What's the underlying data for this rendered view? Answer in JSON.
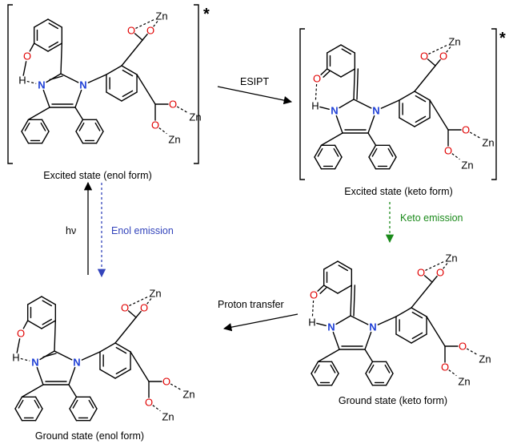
{
  "states": {
    "excited_enol": "Excited state (enol form)",
    "excited_keto": "Excited state (keto form)",
    "ground_keto": "Ground state (keto form)",
    "ground_enol": "Ground state (enol form)"
  },
  "arrows": {
    "esipt": "ESIPT",
    "keto_emission": "Keto emission",
    "proton_transfer": "Proton transfer",
    "hv": "hν",
    "enol_emission": "Enol emission"
  },
  "atoms": {
    "O": "O",
    "N": "N",
    "H": "H",
    "Zn": "Zn"
  },
  "excited_marker": "*",
  "colors": {
    "oxygen": "#e00000",
    "nitrogen": "#1e3fd6",
    "enol_emission": "#3344bb",
    "keto_emission": "#1a8a1a",
    "bond": "#000000"
  }
}
